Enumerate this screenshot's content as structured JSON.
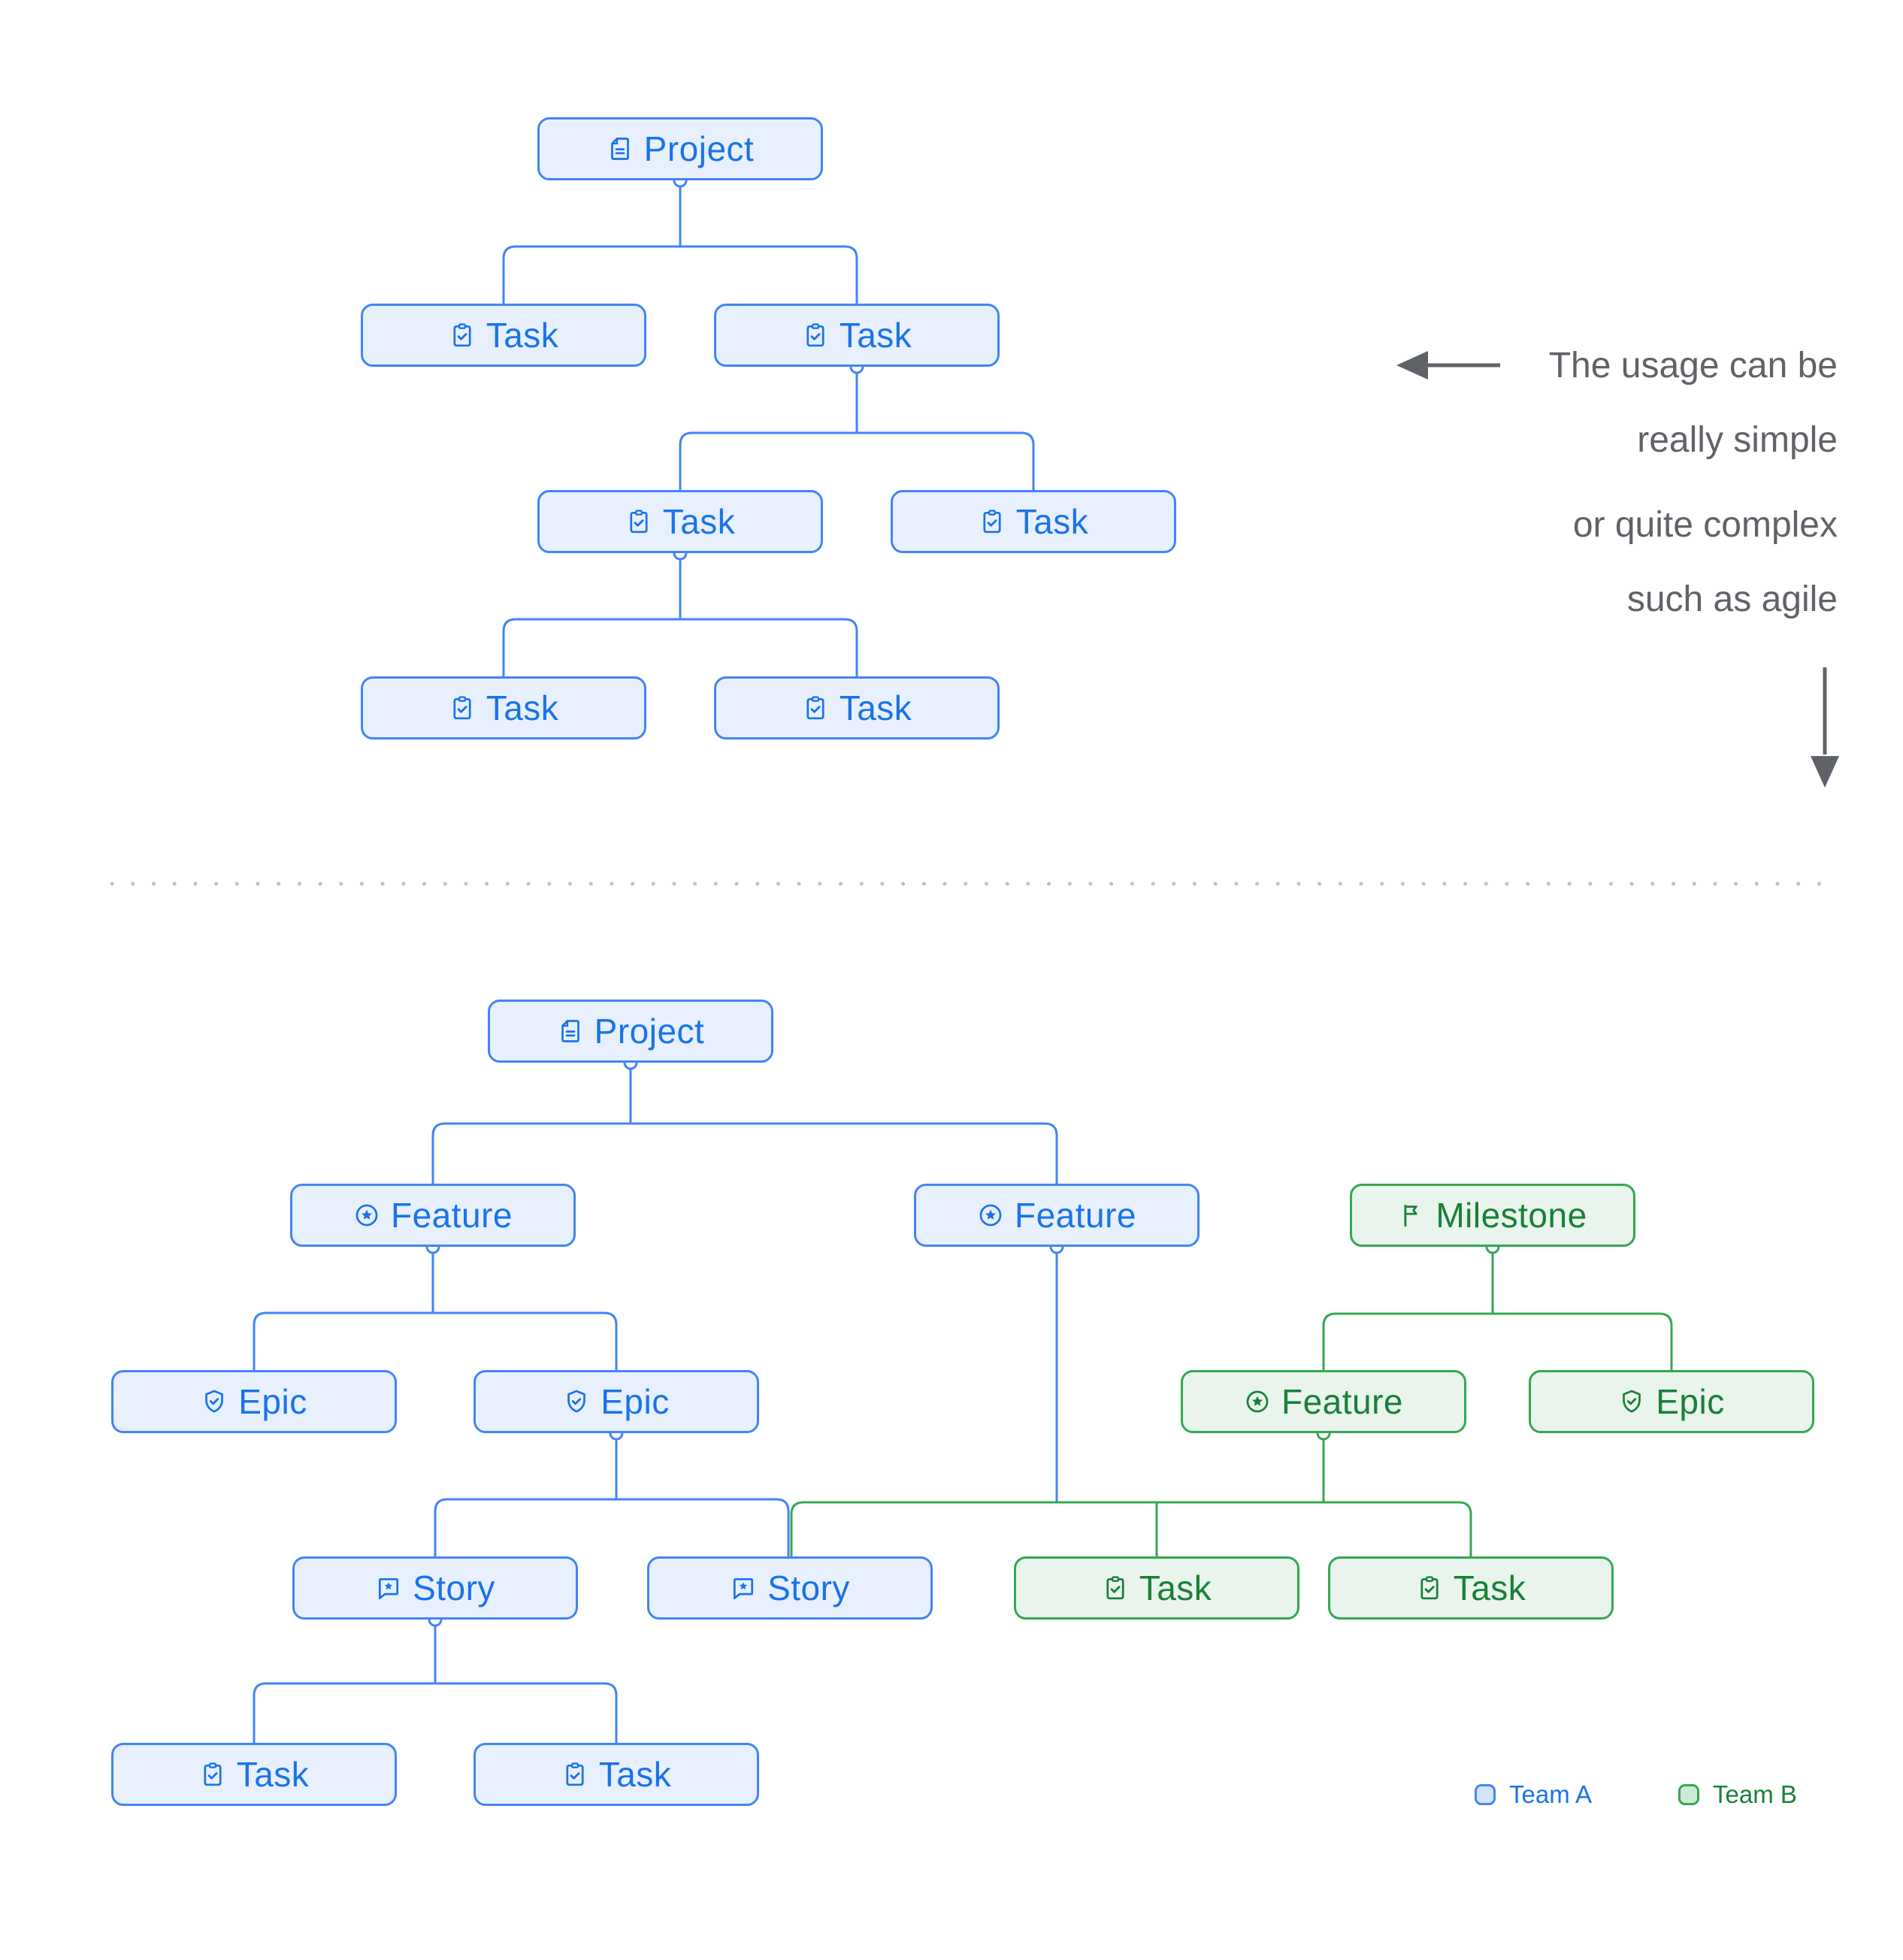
{
  "palette": {
    "team_a_border": "#4285F4",
    "team_a_fill": "#E8F0FE",
    "team_a_text": "#1A73E8",
    "team_b_border": "#34A853",
    "team_b_fill": "#E9F4EC",
    "team_b_text": "#188038",
    "annotation_text": "#5F6368",
    "divider_dots": "#BDC1C6"
  },
  "top_tree": {
    "nodes": [
      {
        "label": "Project",
        "type": "project",
        "team": "A"
      },
      {
        "label": "Task",
        "type": "task",
        "team": "A"
      },
      {
        "label": "Task",
        "type": "task",
        "team": "A"
      },
      {
        "label": "Task",
        "type": "task",
        "team": "A"
      },
      {
        "label": "Task",
        "type": "task",
        "team": "A"
      },
      {
        "label": "Task",
        "type": "task",
        "team": "A"
      },
      {
        "label": "Task",
        "type": "task",
        "team": "A"
      }
    ]
  },
  "bottom_tree": {
    "nodes": [
      {
        "label": "Project",
        "type": "project",
        "team": "A"
      },
      {
        "label": "Feature",
        "type": "feature",
        "team": "A"
      },
      {
        "label": "Feature",
        "type": "feature",
        "team": "A"
      },
      {
        "label": "Milestone",
        "type": "milestone",
        "team": "B"
      },
      {
        "label": "Epic",
        "type": "epic",
        "team": "A"
      },
      {
        "label": "Epic",
        "type": "epic",
        "team": "A"
      },
      {
        "label": "Feature",
        "type": "feature",
        "team": "B"
      },
      {
        "label": "Epic",
        "type": "epic",
        "team": "B"
      },
      {
        "label": "Story",
        "type": "story",
        "team": "A"
      },
      {
        "label": "Story",
        "type": "story",
        "team": "A"
      },
      {
        "label": "Task",
        "type": "task",
        "team": "B"
      },
      {
        "label": "Task",
        "type": "task",
        "team": "B"
      },
      {
        "label": "Task",
        "type": "task",
        "team": "A"
      },
      {
        "label": "Task",
        "type": "task",
        "team": "A"
      }
    ]
  },
  "annotation": {
    "paragraph1": {
      "line1": "The usage can be",
      "line2": "really simple"
    },
    "paragraph2": {
      "line1": "or quite complex",
      "line2": "such as agile"
    }
  },
  "legend": {
    "team_a_label": "Team A",
    "team_b_label": "Team B"
  }
}
